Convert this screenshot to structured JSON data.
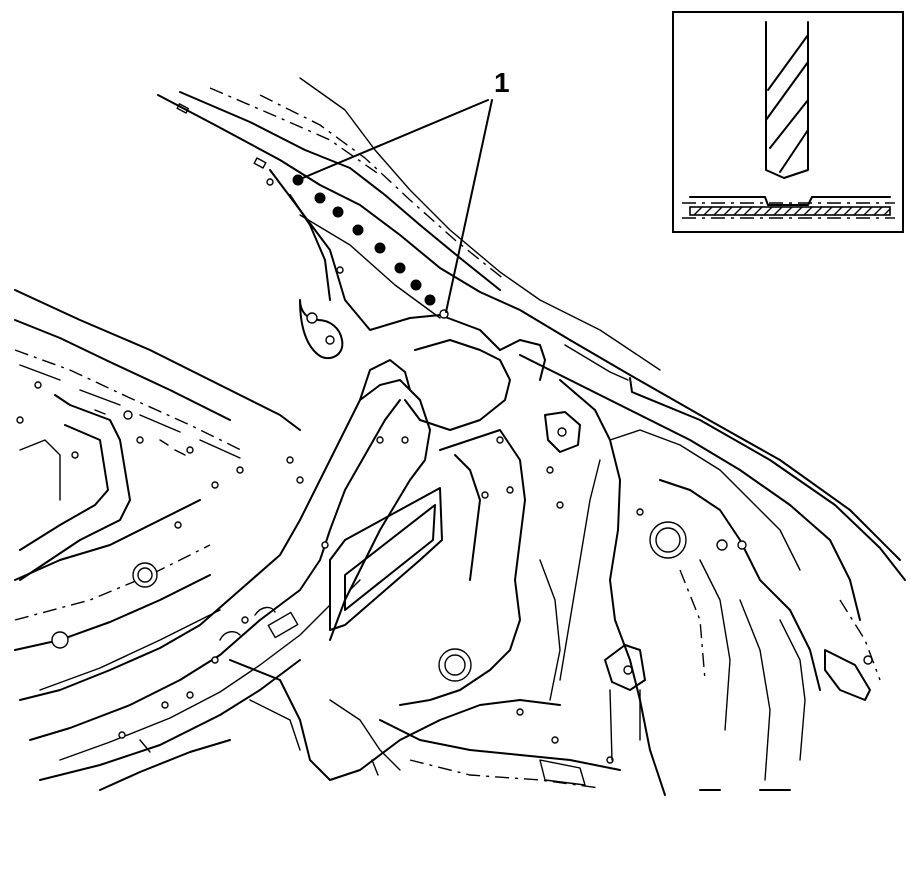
{
  "callout": {
    "label": "1",
    "meaning": ""
  },
  "weld_points": {
    "count": 8
  },
  "inset": {
    "depicts": "drill-bit-over-panel"
  },
  "colors": {
    "line": "#000000",
    "background": "#ffffff"
  }
}
